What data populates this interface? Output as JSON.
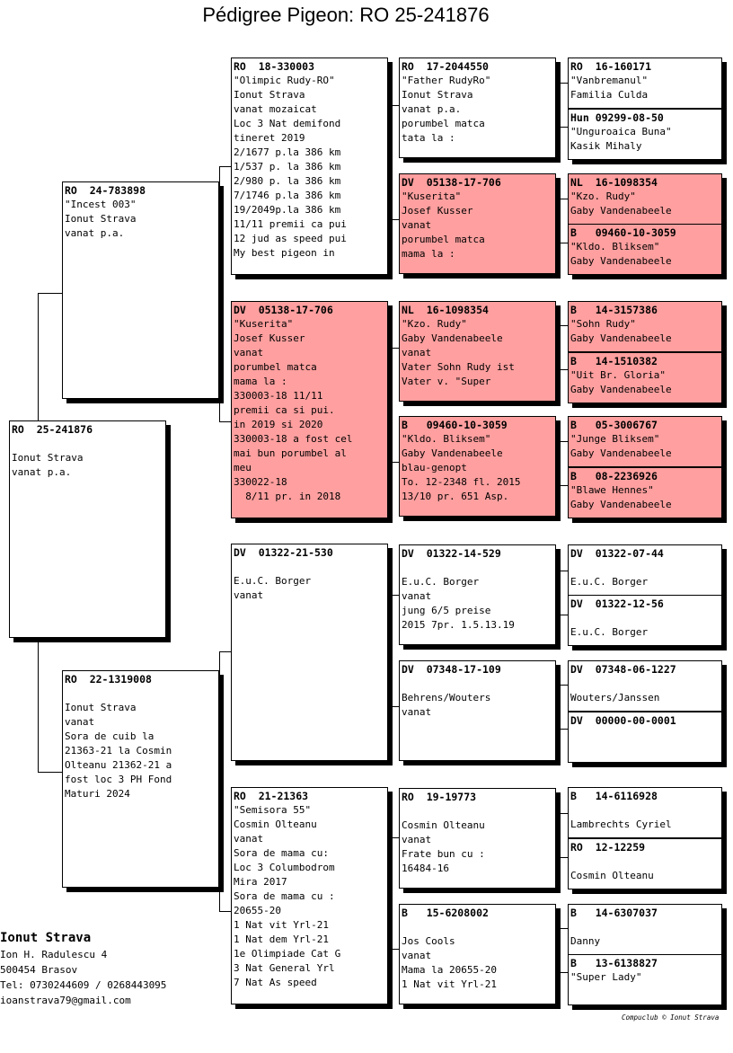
{
  "title": "Pédigree Pigeon: RO  25-241876",
  "boxes": [
    {
      "ring": "RO  25-241876",
      "lines": [
        "",
        "Ionut Strava",
        "vanat p.a."
      ],
      "red": false
    },
    {
      "ring": "RO  24-783898",
      "lines": [
        "\"Incest 003\"",
        "Ionut Strava",
        "vanat p.a."
      ],
      "red": false
    },
    {
      "ring": "RO  22-1319008",
      "lines": [
        "",
        "Ionut Strava",
        "vanat",
        "Sora de cuib la",
        "21363-21 la Cosmin",
        "Olteanu 21362-21 a",
        "fost loc 3 PH Fond",
        "Maturi 2024"
      ],
      "red": false
    },
    {
      "ring": "RO  18-330003",
      "lines": [
        "\"Olimpic Rudy-RO\"",
        "Ionut Strava",
        "vanat mozaicat",
        "Loc 3 Nat demifond",
        "tineret 2019",
        "2/1677 p.la 386 km",
        "1/537 p. la 386 km",
        "2/980 p. la 386 km",
        "7/1746 p.la 386 km",
        "19/2049p.la 386 km",
        "11/11 premii ca pui",
        "12 jud as speed pui",
        "My best pigeon in"
      ],
      "red": false
    },
    {
      "ring": "DV  05138-17-706",
      "lines": [
        "\"Kuserita\"",
        "Josef Kusser",
        "vanat",
        "porumbel matca",
        "mama la :",
        "330003-18 11/11",
        "premii ca si pui.",
        "in 2019 si 2020",
        "330003-18 a fost cel",
        "mai bun porumbel al",
        "meu",
        "330022-18",
        "  8/11 pr. in 2018"
      ],
      "red": true
    },
    {
      "ring": "DV  01322-21-530",
      "lines": [
        "",
        "E.u.C. Borger",
        "vanat"
      ],
      "red": false
    },
    {
      "ring": "RO  21-21363",
      "lines": [
        "\"Semisora 55\"",
        "Cosmin Olteanu",
        "vanat",
        "Sora de mama cu:",
        "Loc 3 Columbodrom",
        "Mira 2017",
        "Sora de mama cu :",
        "20655-20",
        "1 Nat vit Yrl-21",
        "1 Nat dem Yrl-21",
        "1e Olimpiade Cat G",
        "3 Nat General Yrl",
        "7 Nat As speed"
      ],
      "red": false
    },
    {
      "ring": "RO  17-2044550",
      "lines": [
        "\"Father RudyRo\"",
        "Ionut Strava",
        "vanat p.a.",
        "porumbel matca",
        "tata la :"
      ],
      "red": false
    },
    {
      "ring": "DV  05138-17-706",
      "lines": [
        "\"Kuserita\"",
        "Josef Kusser",
        "vanat",
        "porumbel matca",
        "mama la :"
      ],
      "red": true
    },
    {
      "ring": "NL  16-1098354",
      "lines": [
        "\"Kzo. Rudy\"",
        "Gaby Vandenabeele",
        "vanat",
        "Vater Sohn Rudy ist",
        "Vater v. \"Super"
      ],
      "red": true
    },
    {
      "ring": "B   09460-10-3059",
      "lines": [
        "\"Kldo. Bliksem\"",
        "Gaby Vandenabeele",
        "blau-genopt",
        "To. 12-2348 fl. 2015",
        "13/10 pr. 651 Asp."
      ],
      "red": true
    },
    {
      "ring": "DV  01322-14-529",
      "lines": [
        "",
        "E.u.C. Borger",
        "vanat",
        "jung 6/5 preise",
        "2015 7pr. 1.5.13.19"
      ],
      "red": false
    },
    {
      "ring": "DV  07348-17-109",
      "lines": [
        "",
        "Behrens/Wouters",
        "vanat"
      ],
      "red": false
    },
    {
      "ring": "RO  19-19773",
      "lines": [
        "",
        "Cosmin Olteanu",
        "vanat",
        "Frate bun cu :",
        "16484-16"
      ],
      "red": false
    },
    {
      "ring": "B   15-6208002",
      "lines": [
        "",
        "Jos Cools",
        "vanat",
        "Mama la 20655-20",
        "1 Nat vit Yrl-21"
      ],
      "red": false
    },
    {
      "ring": "RO  16-160171",
      "lines": [
        "\"Vanbremanul\"",
        "Familia Culda"
      ],
      "red": false
    },
    {
      "ring": "Hun 09299-08-50",
      "lines": [
        "\"Unguroaica Buna\"",
        "Kasik Mihaly"
      ],
      "red": false
    },
    {
      "ring": "NL  16-1098354",
      "lines": [
        "\"Kzo. Rudy\"",
        "Gaby Vandenabeele"
      ],
      "red": true
    },
    {
      "ring": "B   09460-10-3059",
      "lines": [
        "\"Kldo. Bliksem\"",
        "Gaby Vandenabeele"
      ],
      "red": true
    },
    {
      "ring": "B   14-3157386",
      "lines": [
        "\"Sohn Rudy\"",
        "Gaby Vandenabeele"
      ],
      "red": true
    },
    {
      "ring": "B   14-1510382",
      "lines": [
        "\"Uit Br. Gloria\"",
        "Gaby Vandenabeele"
      ],
      "red": true
    },
    {
      "ring": "B   05-3006767",
      "lines": [
        "\"Junge Bliksem\"",
        "Gaby Vandenabeele"
      ],
      "red": true
    },
    {
      "ring": "B   08-2236926",
      "lines": [
        "\"Blawe Hennes\"",
        "Gaby Vandenabeele"
      ],
      "red": true
    },
    {
      "ring": "DV  01322-07-44",
      "lines": [
        "",
        "E.u.C. Borger"
      ],
      "red": false
    },
    {
      "ring": "DV  01322-12-56",
      "lines": [
        "",
        "E.u.C. Borger"
      ],
      "red": false
    },
    {
      "ring": "DV  07348-06-1227",
      "lines": [
        "",
        "Wouters/Janssen"
      ],
      "red": false
    },
    {
      "ring": "DV  00000-00-0001",
      "lines": [],
      "red": false
    },
    {
      "ring": "B   14-6116928",
      "lines": [
        "",
        "Lambrechts Cyriel"
      ],
      "red": false
    },
    {
      "ring": "RO  12-12259",
      "lines": [
        "",
        "Cosmin Olteanu"
      ],
      "red": false
    },
    {
      "ring": "B   14-6307037",
      "lines": [
        "",
        "Danny"
      ],
      "red": false
    },
    {
      "ring": "B   13-6138827",
      "lines": [
        "\"Super Lady\""
      ],
      "red": false
    }
  ],
  "owner": {
    "name": "Ionut Strava",
    "address": "Ion H. Radulescu 4",
    "city": "500454  Brasov",
    "phone": "Tel: 0730244609 / 0268443095",
    "email": "ioanstrava79@gmail.com"
  },
  "footer": "Compuclub © Ionut Strava"
}
